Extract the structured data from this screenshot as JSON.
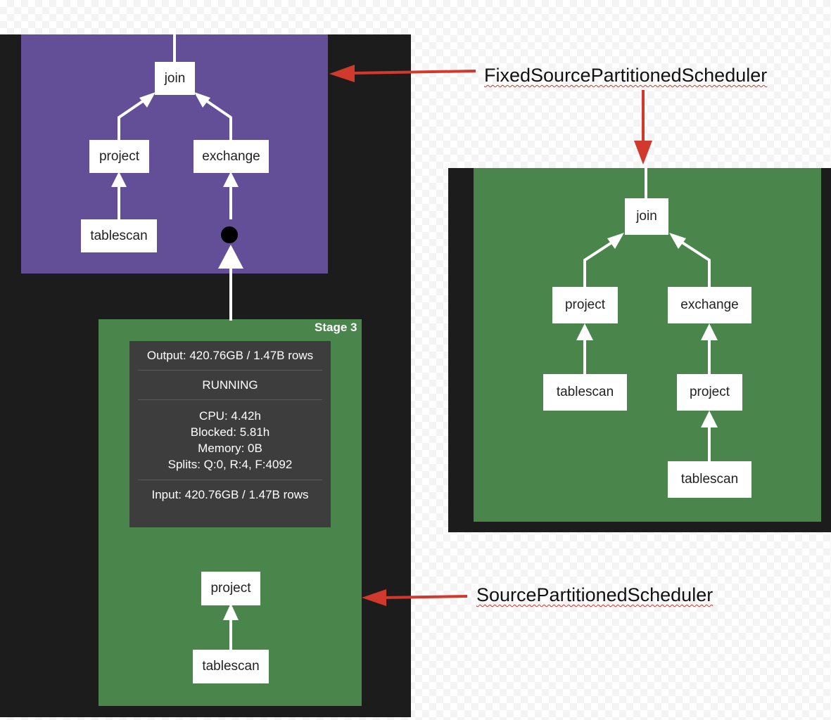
{
  "nodes": {
    "join": "join",
    "project": "project",
    "exchange": "exchange",
    "tablescan": "tablescan"
  },
  "stage_label": "Stage 3",
  "stats": {
    "output": "Output: 420.76GB / 1.47B rows",
    "state": "RUNNING",
    "cpu": "CPU: 4.42h",
    "blocked": "Blocked: 5.81h",
    "memory": "Memory: 0B",
    "splits": "Splits: Q:0, R:4, F:4092",
    "input": "Input: 420.76GB / 1.47B rows"
  },
  "callouts": {
    "fixed": "FixedSourcePartitionedScheduler",
    "source": "SourcePartitionedScheduler"
  },
  "colors": {
    "annotation_arrow": "#d0392b",
    "stage_green": "#4a864c",
    "stage_purple": "#624f97",
    "background_dark": "#1c1c1c"
  }
}
